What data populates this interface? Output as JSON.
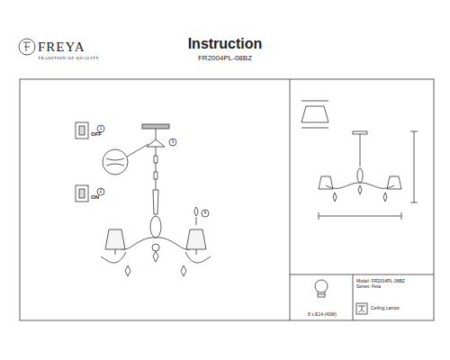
{
  "diagram": {
    "title": "Instruction",
    "nodes": [
      {
        "text": [
          "8 x E14 (40W)"
        ]
      },
      {
        "text": [
          "Model: FR2004PL-08BZ",
          "Series: Feta"
        ]
      }
    ],
    "labels": [
      "FREYA",
      "TRADITION OF QUALITY",
      "FR2004PL-08BZ",
      "OFF",
      "ON",
      "1",
      "2",
      "3",
      "4",
      "Ceiling Lamps"
    ]
  }
}
